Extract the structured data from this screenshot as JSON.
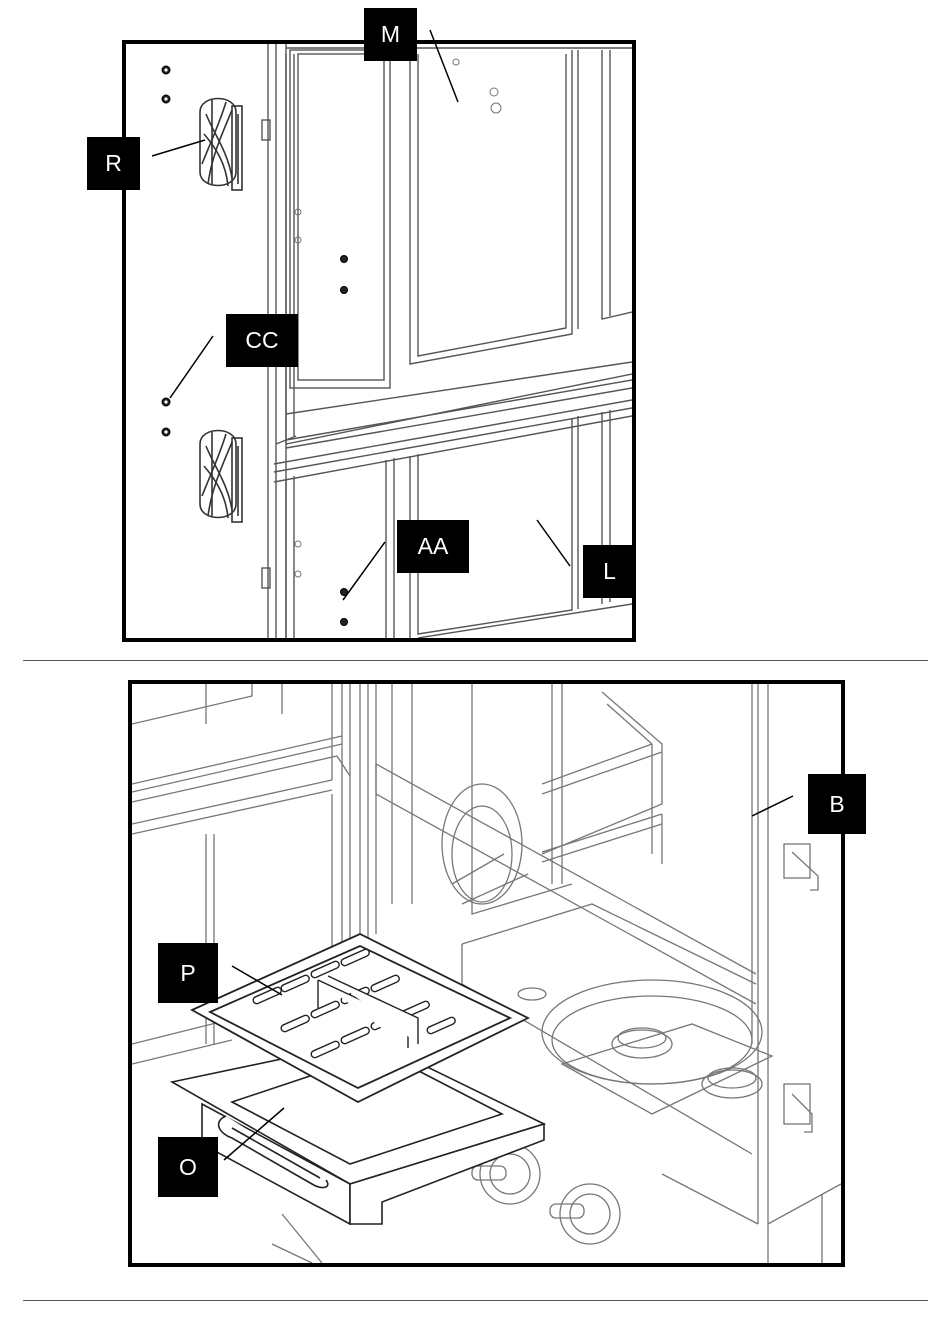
{
  "callouts": {
    "M": "M",
    "R": "R",
    "CC": "CC",
    "AA": "AA",
    "L": "L",
    "B": "B",
    "P": "P",
    "O": "O"
  },
  "colors": {
    "line": "#333333",
    "light_line": "#888888",
    "label_bg": "#000000",
    "label_text": "#ffffff"
  }
}
